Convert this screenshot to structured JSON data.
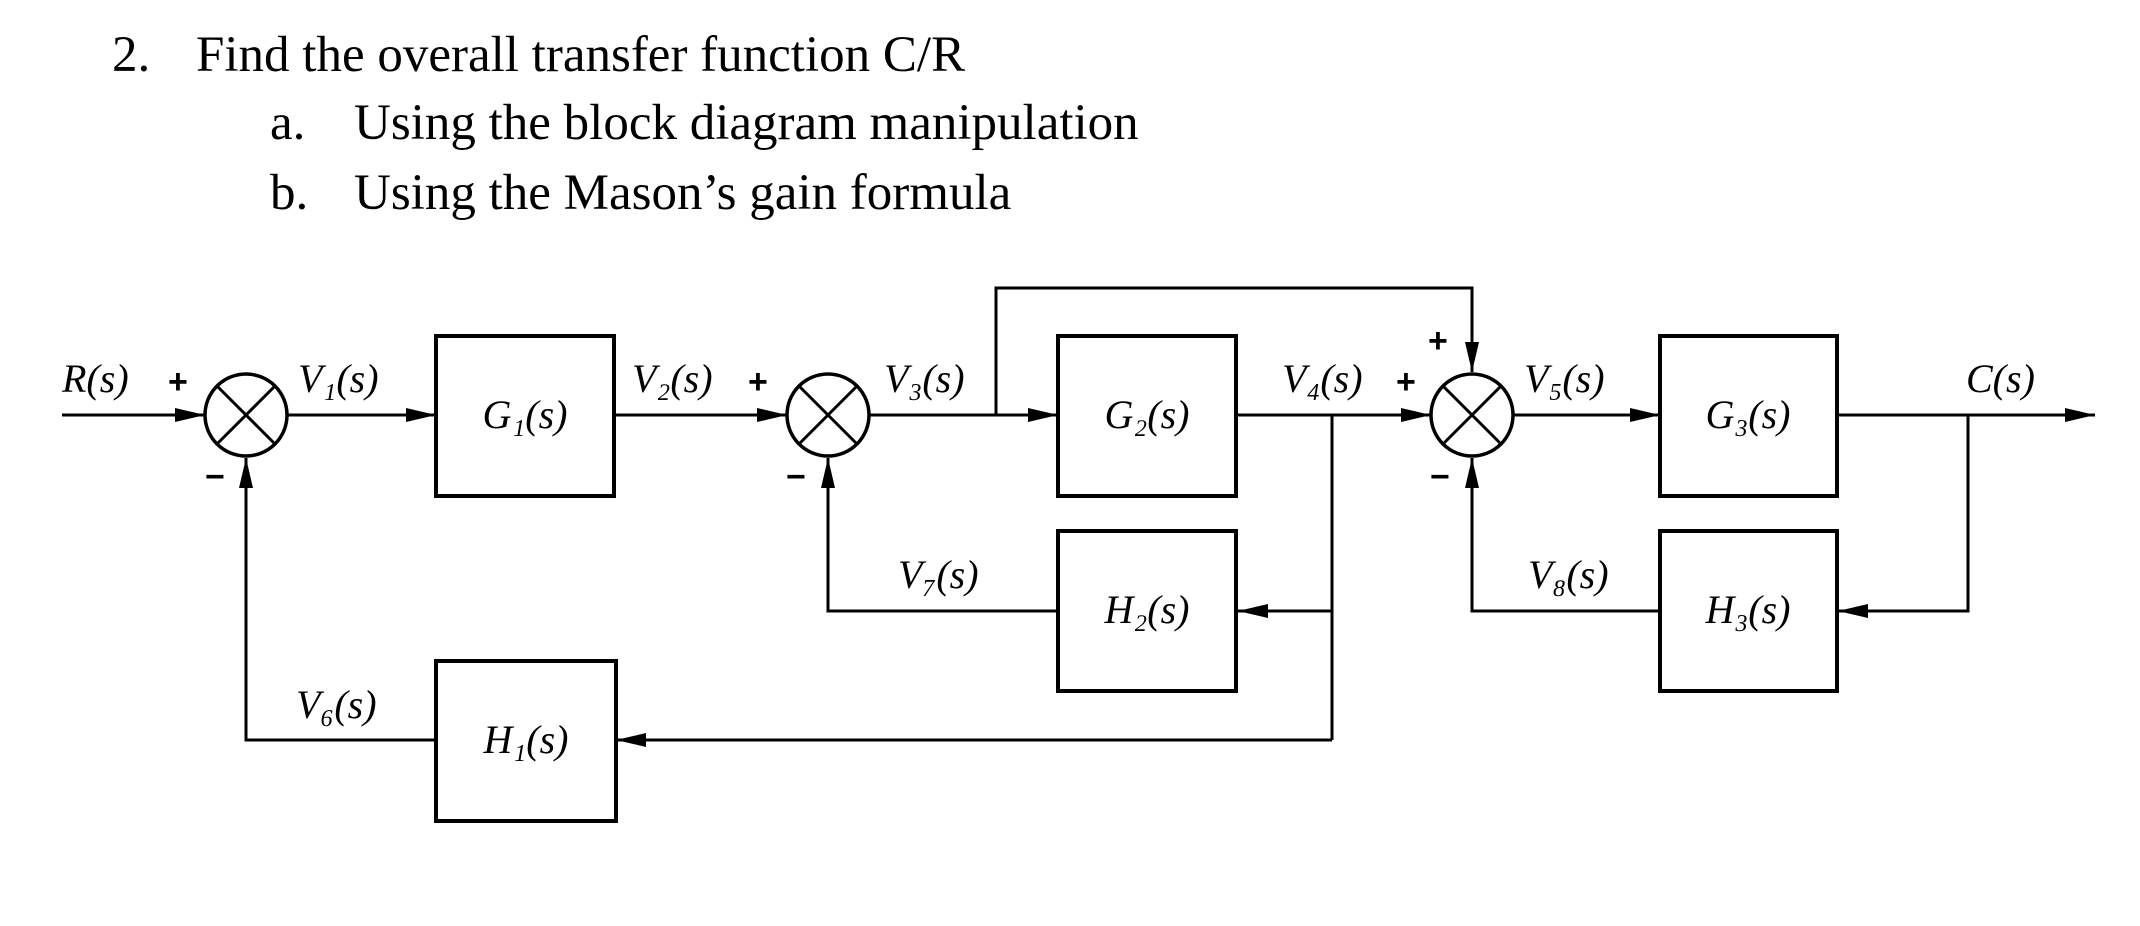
{
  "problem": {
    "number": "2.",
    "title": "Find the overall transfer function C/R",
    "parts": [
      {
        "letter": "a.",
        "text": "Using the block diagram manipulation"
      },
      {
        "letter": "b.",
        "text": "Using the Mason’s gain formula"
      }
    ]
  },
  "diagram": {
    "input": "R(s)",
    "output": "C(s)",
    "blocks": {
      "G1": "G₁(s)",
      "G2": "G₂(s)",
      "G3": "G₃(s)",
      "H1": "H₁(s)",
      "H2": "H₂(s)",
      "H3": "H₃(s)"
    },
    "signals": {
      "V1": "V₁(s)",
      "V2": "V₂(s)",
      "V3": "V₃(s)",
      "V4": "V₄(s)",
      "V5": "V₅(s)",
      "V6": "V₆(s)",
      "V7": "V₇(s)",
      "V8": "V₈(s)"
    },
    "signs": {
      "plus": "+",
      "minus": "−"
    }
  }
}
